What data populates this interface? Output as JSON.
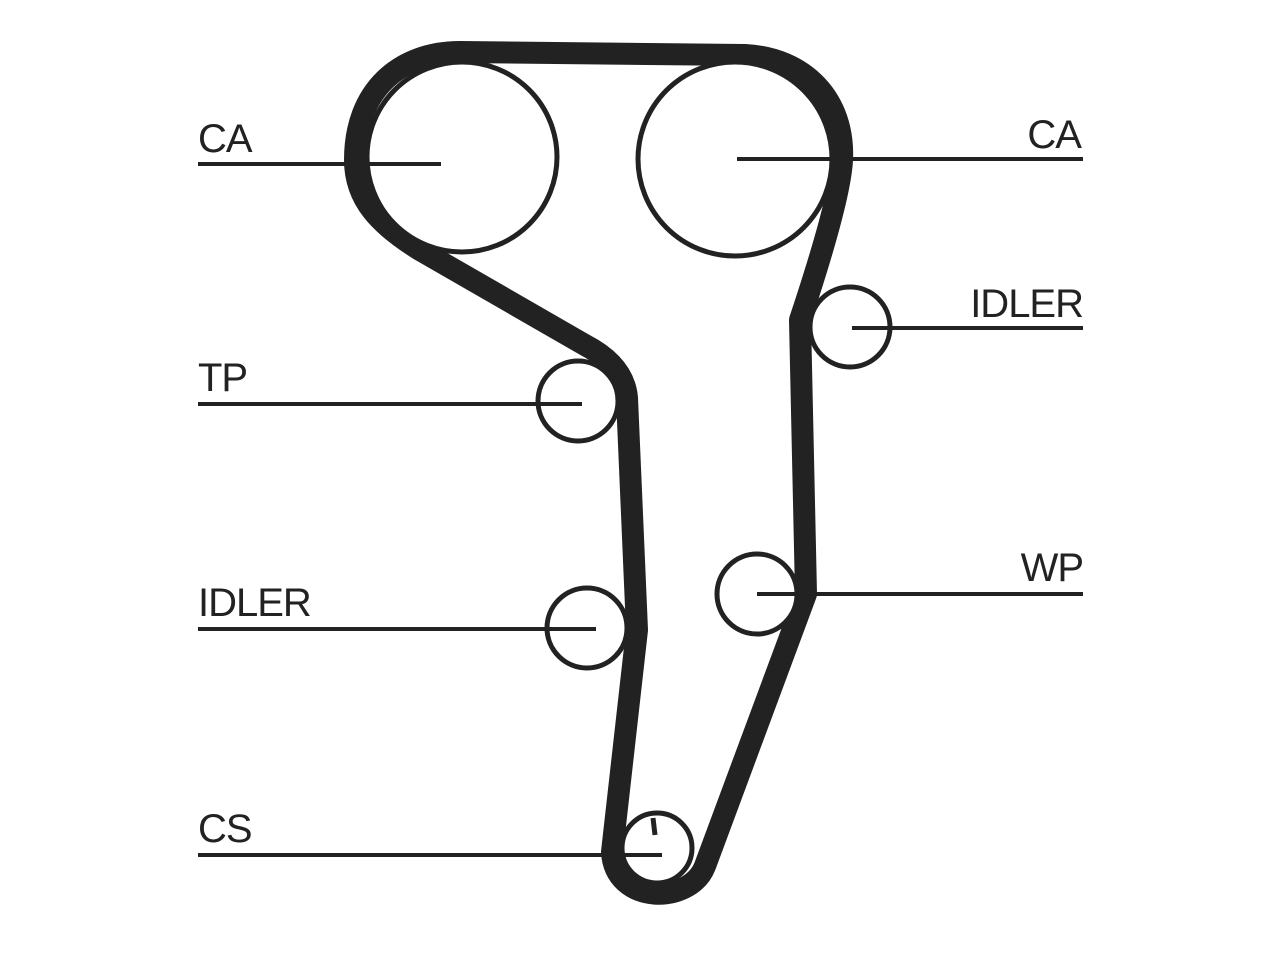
{
  "labels": {
    "ca_left": "CA",
    "ca_right": "CA",
    "idler_right": "IDLER",
    "tp": "TP",
    "idler_left": "IDLER",
    "wp": "WP",
    "cs": "CS"
  }
}
